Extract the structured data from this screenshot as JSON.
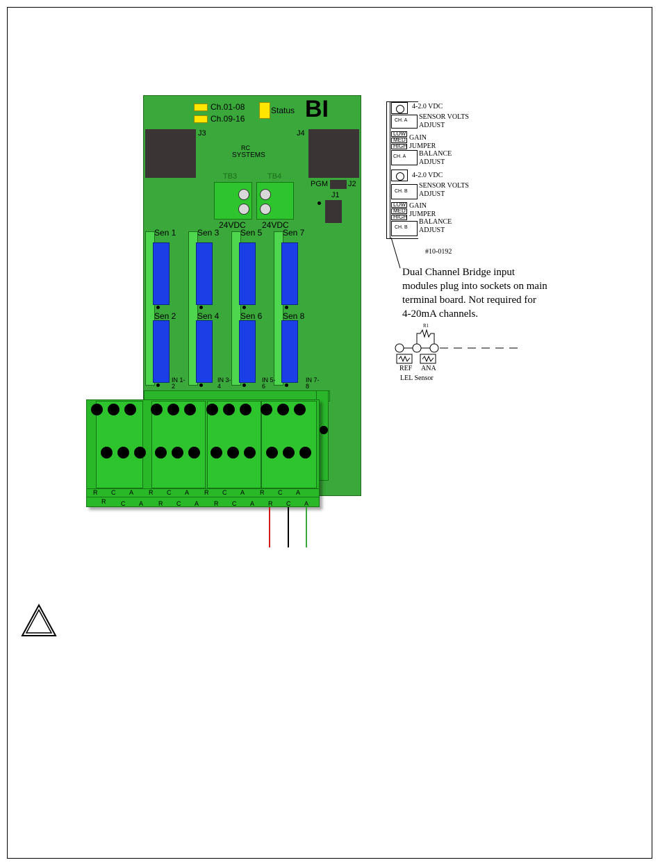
{
  "board": {
    "title": "BI",
    "led_ch1": "Ch.01-08",
    "led_ch2": "Ch.09-16",
    "status_label": "Status",
    "j3": "J3",
    "j4": "J4",
    "logo_line1": "RC",
    "logo_line2": "SYSTEMS",
    "tb3": "TB3",
    "tb4": "TB4",
    "vdc1": "24VDC",
    "vdc2": "24VDC",
    "pgm": "PGM",
    "j2": "J2",
    "j1": "J1",
    "sensors": [
      "Sen 1",
      "Sen 3",
      "Sen 5",
      "Sen 7",
      "Sen 2",
      "Sen 4",
      "Sen 6",
      "Sen 8"
    ],
    "inputs": [
      "IN 1-2",
      "IN 3-4",
      "IN 5-6",
      "IN 7-8"
    ],
    "terminal_letters": [
      "R",
      "C",
      "A"
    ]
  },
  "module_detail": {
    "vdc_a": "4-2.0 VDC",
    "sensor_volts_a": "SENSOR VOLTS",
    "adjust_a": "ADJUST",
    "ch_a": "CH. A",
    "low_a": "LOW",
    "med_a": "MED",
    "high_a": "HIGH",
    "gain_a": "GAIN",
    "jumper_a": "JUMPER",
    "balance_a": "BALANCE",
    "adjust_b1": "ADJUST",
    "vdc_b": "4-2.0 VDC",
    "sensor_volts_b": "SENSOR VOLTS",
    "adjust_b": "ADJUST",
    "ch_b": "CH. B",
    "low_b": "LOW",
    "med_b": "MED",
    "high_b": "HIGH",
    "gain_b": "GAIN",
    "jumper_b": "JUMPER",
    "balance_b": "BALANCE",
    "adjust_b2": "ADJUST",
    "part": "#10-0192"
  },
  "note": {
    "line1": "Dual Channel Bridge input",
    "line2": "modules plug into sockets on main",
    "line3": "terminal board. Not required for",
    "line4": "4-20mA channels."
  },
  "sensor": {
    "r1": "R1",
    "ref": "REF",
    "ana": "ANA",
    "caption": "LEL Sensor"
  },
  "colors": {
    "board_green": "#3aa83a",
    "terminal_green": "#2ec42e",
    "module_blue": "#1a3fe6",
    "led_yellow": "#ffe600",
    "wire_red": "#d21a1a",
    "wire_black": "#000000",
    "wire_green": "#3aa83a"
  }
}
